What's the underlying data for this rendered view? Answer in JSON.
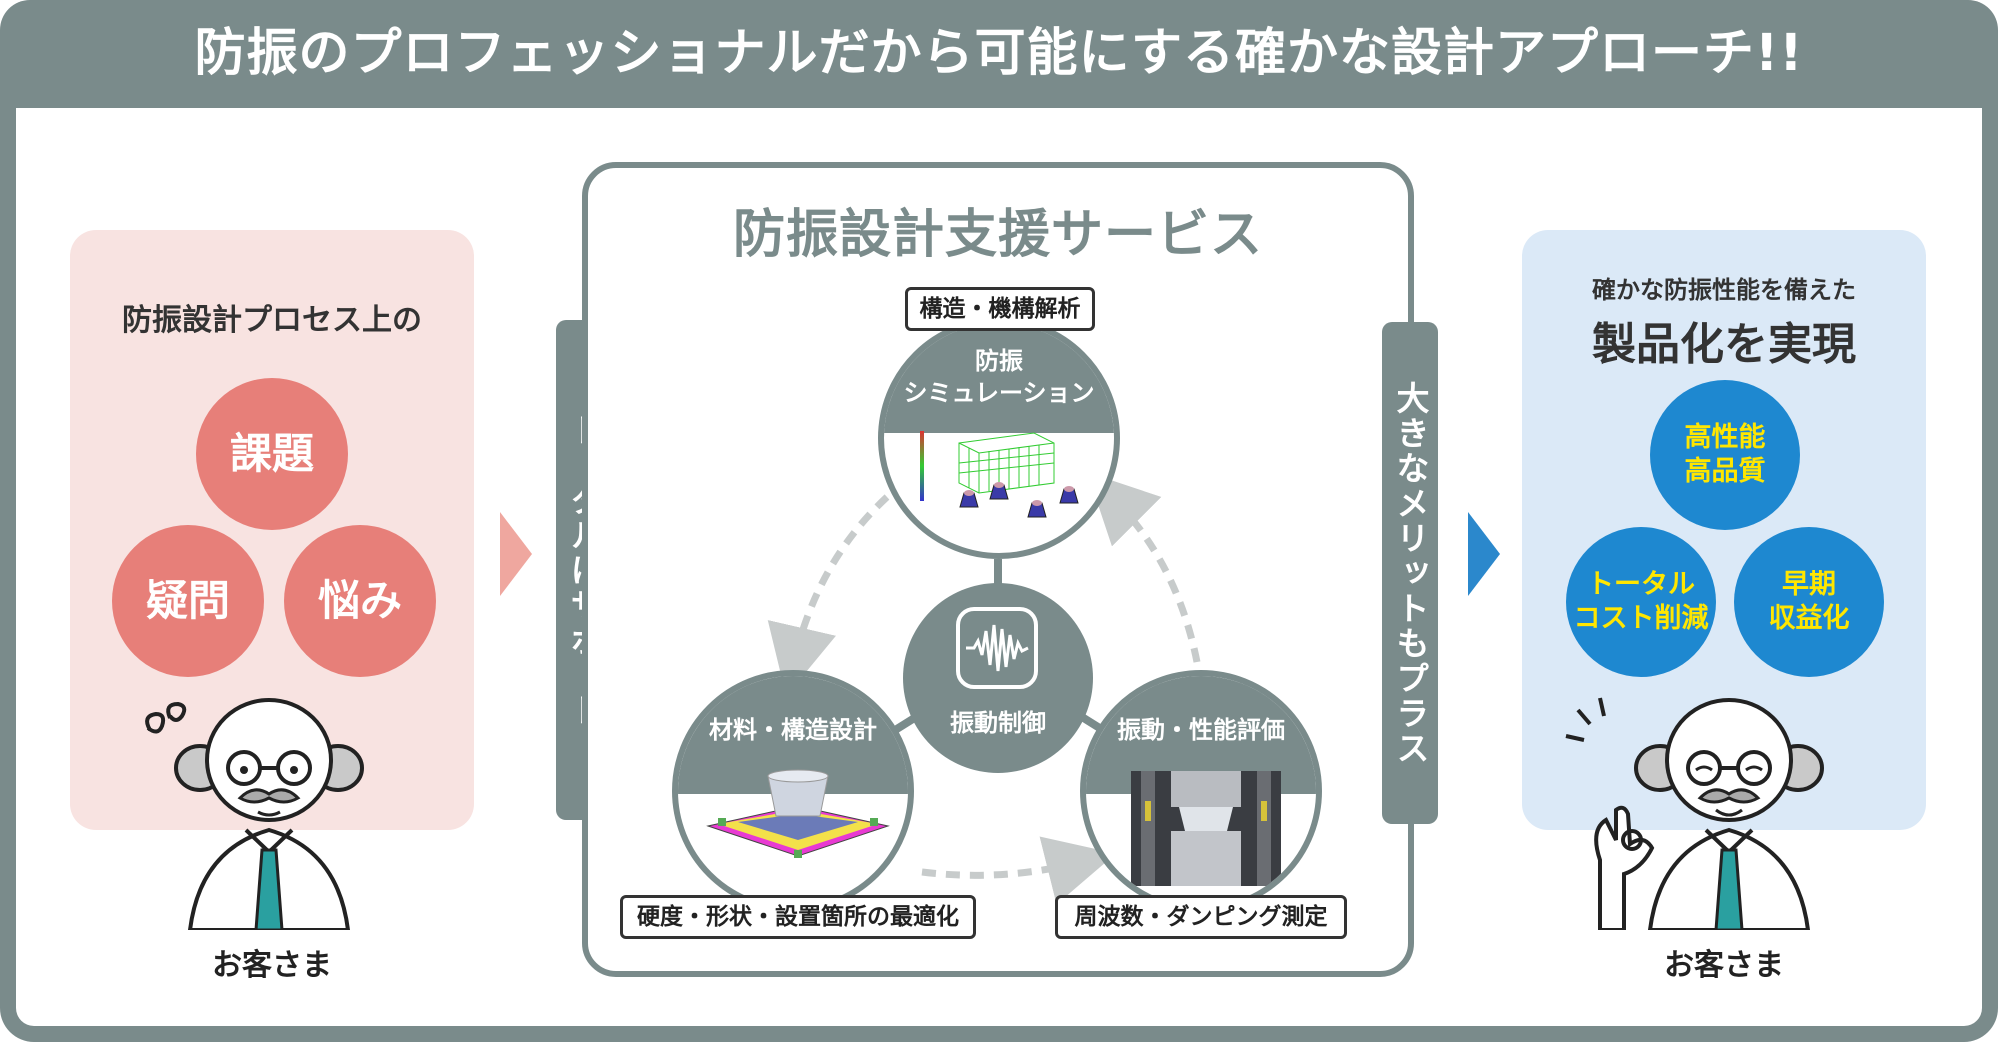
{
  "banner": {
    "title": "防振のプロフェッショナルだから可能にする確かな設計アプローチ!!"
  },
  "left": {
    "heading": "防振設計プロセス上の",
    "bubbles": [
      "課題",
      "疑問",
      "悩み"
    ],
    "caption": "お客さま"
  },
  "left_bar": {
    "label": "トータルにサポート"
  },
  "center": {
    "title": "防振設計支援サービス",
    "top_tag": "構造・機構解析",
    "top_node": {
      "line1": "防振",
      "line2": "シミュレーション"
    },
    "left_node": "材料・構造設計",
    "right_node": "振動・性能評価",
    "hub": "振動制御",
    "bottom_left_tag": "硬度・形状・設置箇所の最適化",
    "bottom_right_tag": "周波数・ダンピング測定"
  },
  "right_bar": {
    "label": "大きなメリットもプラス"
  },
  "right": {
    "sub": "確かな防振性能を備えた",
    "main": "製品化を実現",
    "bubbles": [
      {
        "line1": "高性能",
        "line2": "高品質"
      },
      {
        "line1": "トータル",
        "line2": "コスト削減"
      },
      {
        "line1": "早期",
        "line2": "収益化"
      }
    ],
    "caption": "お客さま"
  },
  "colors": {
    "frame": "#7a8b8b",
    "pink_panel": "#f8e3e1",
    "pink_circle": "#e77f79",
    "blue_panel": "#dbe9f7",
    "blue_circle": "#1e88d0",
    "blue_text": "#ffe600"
  }
}
